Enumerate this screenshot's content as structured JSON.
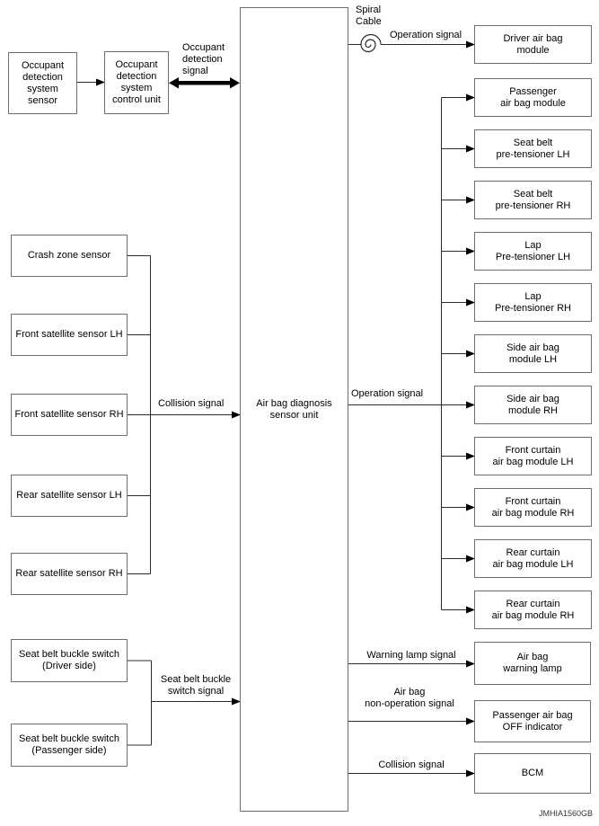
{
  "figure_id": "JMHIA1560GB",
  "colors": {
    "background": "#ffffff",
    "box_border": "#6e6e6e",
    "wire": "#2b2b2b",
    "arrowhead": "#000000"
  },
  "center_unit": "Air bag diagnosis\nsensor unit",
  "top_left": {
    "sensor_box": "Occupant\ndetection\nsystem\nsensor",
    "control_box": "Occupant\ndetection\nsystem\ncontrol unit",
    "signal_label": "Occupant\ndetection\nsignal"
  },
  "spiral_cable_label": "Spiral\nCable",
  "signals": {
    "operation_top": "Operation signal",
    "operation_mid": "Operation signal",
    "collision_left": "Collision signal",
    "seat_belt": "Seat belt buckle\nswitch signal",
    "warning_lamp": "Warning lamp signal",
    "non_operation": "Air bag\nnon-operation signal",
    "collision_bottom": "Collision signal"
  },
  "left_sensors": [
    "Crash zone sensor",
    "Front satellite sensor LH",
    "Front satellite sensor RH",
    "Rear satellite sensor LH",
    "Rear satellite sensor RH"
  ],
  "buckle_switches": [
    "Seat belt buckle switch\n(Driver side)",
    "Seat belt buckle switch\n(Passenger side)"
  ],
  "driver_airbag": "Driver air bag\nmodule",
  "right_modules": [
    "Passenger\nair bag module",
    "Seat belt\npre-tensioner LH",
    "Seat belt\npre-tensioner RH",
    "Lap\nPre-tensioner LH",
    "Lap\nPre-tensioner RH",
    "Side air bag\nmodule LH",
    "Side air bag\nmodule RH",
    "Front curtain\nair bag module LH",
    "Front curtain\nair bag module RH",
    "Rear curtain\nair bag module LH",
    "Rear curtain\nair bag module RH"
  ],
  "outputs": [
    "Air bag\nwarning lamp",
    "Passenger air bag\nOFF indicator",
    "BCM"
  ]
}
